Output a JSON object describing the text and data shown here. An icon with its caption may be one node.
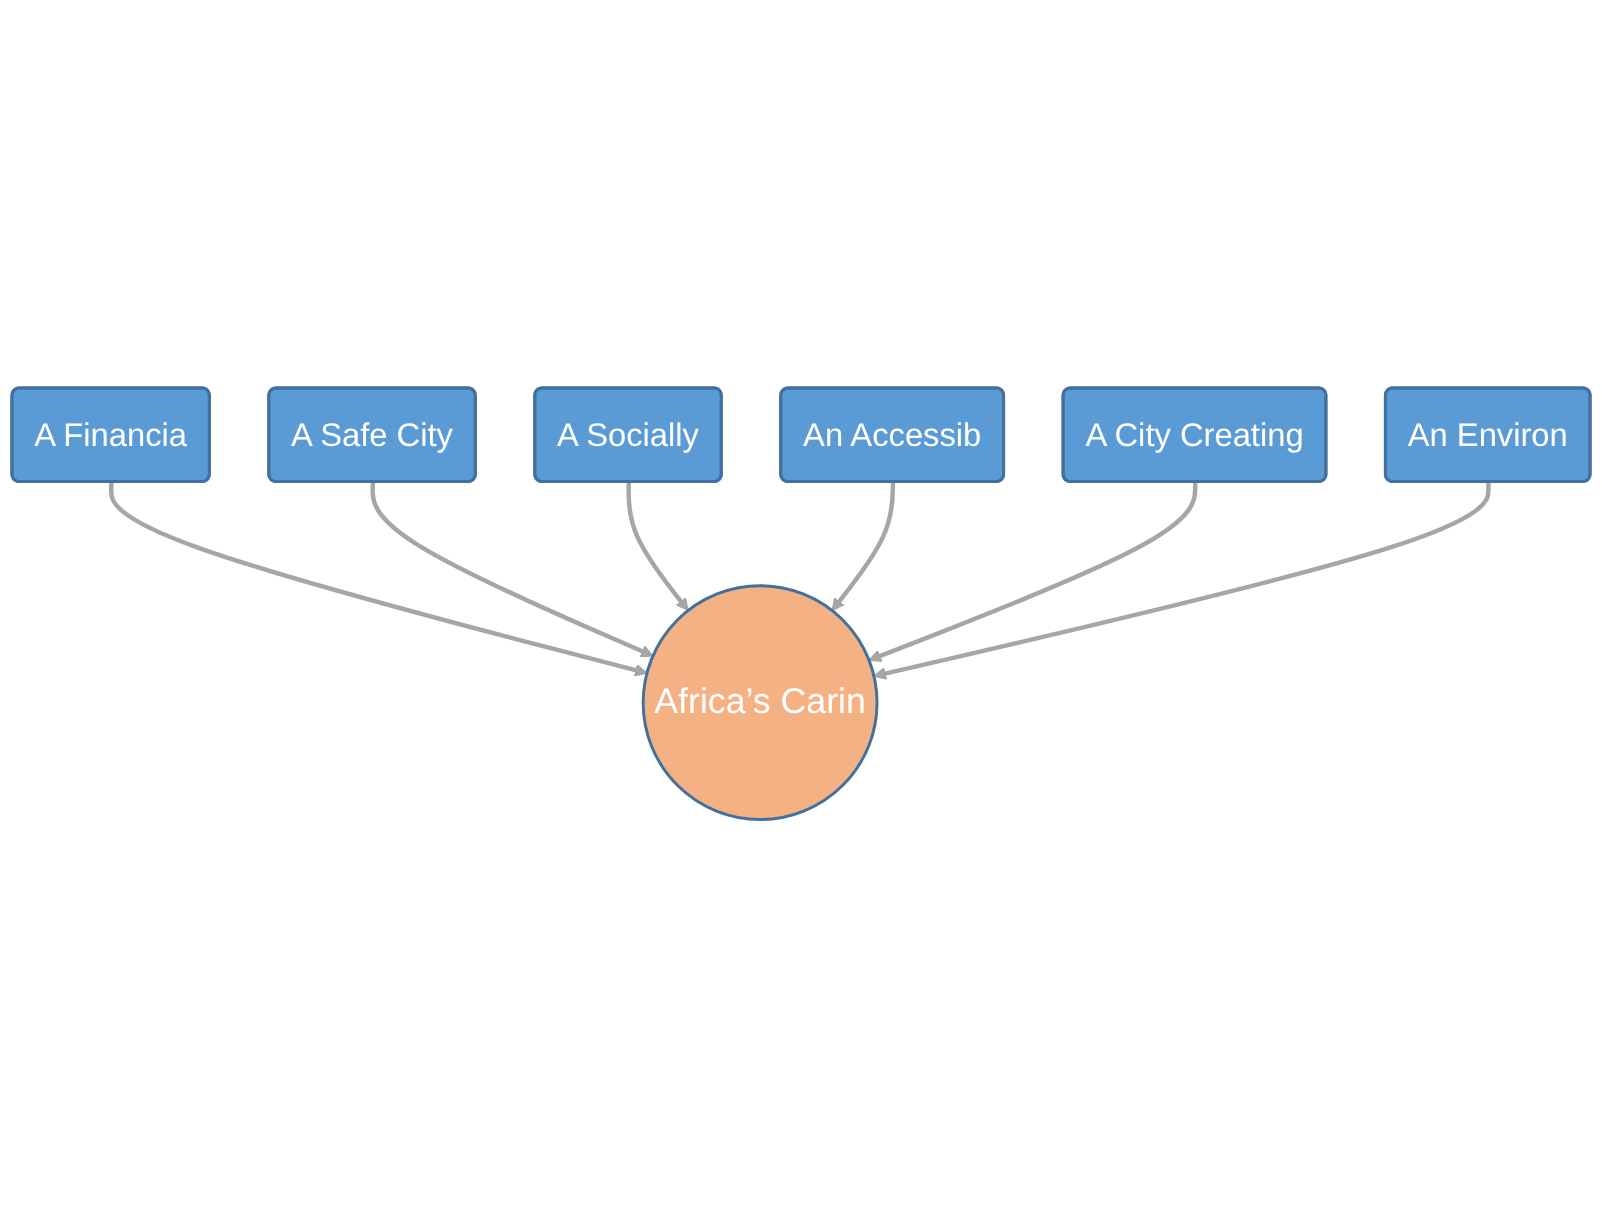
{
  "diagram": {
    "nodes": [
      {
        "text": [
          "A Financia"
        ]
      },
      {
        "text": [
          "A Safe City"
        ]
      },
      {
        "text": [
          "Africa’s Carin"
        ]
      },
      {
        "text": [
          "A Socially"
        ]
      },
      {
        "text": [
          "An Accessib"
        ]
      },
      {
        "text": [
          "A City Creating"
        ]
      },
      {
        "text": [
          "An Environ"
        ]
      }
    ],
    "edges": [
      {
        "from": 0,
        "to": 2,
        "arrow": "to"
      },
      {
        "from": 1,
        "to": 2,
        "arrow": "to"
      },
      {
        "from": 3,
        "to": 2,
        "arrow": "to"
      },
      {
        "from": 4,
        "to": 2,
        "arrow": "to"
      },
      {
        "from": 5,
        "to": 2,
        "arrow": "to"
      },
      {
        "from": 6,
        "to": 2,
        "arrow": "to"
      }
    ]
  }
}
